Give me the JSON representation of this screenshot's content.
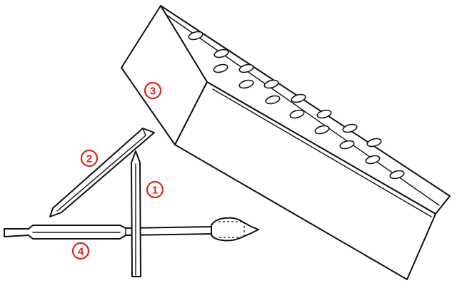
{
  "colors": {
    "ink": "#111111",
    "callout": "#d9251d",
    "background": "#ffffff"
  },
  "callouts": [
    {
      "id": "1",
      "label": "1"
    },
    {
      "id": "2",
      "label": "2"
    },
    {
      "id": "3",
      "label": "3"
    },
    {
      "id": "4",
      "label": "4"
    }
  ]
}
